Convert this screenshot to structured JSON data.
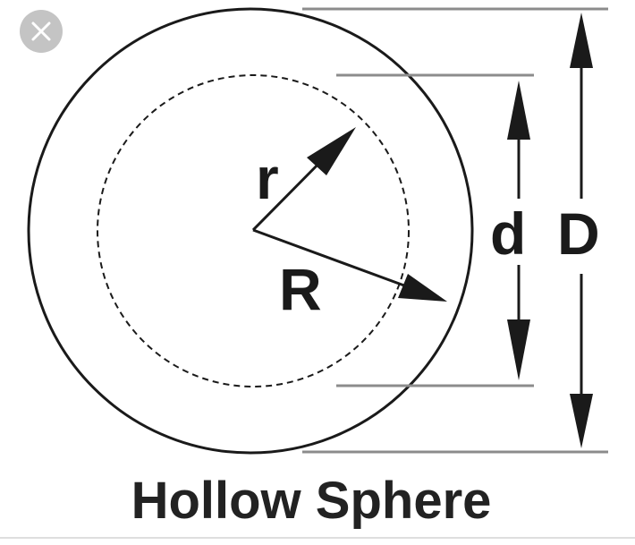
{
  "diagram": {
    "labels": {
      "inner_radius": "r",
      "outer_radius": "R",
      "inner_diameter": "d",
      "outer_diameter": "D"
    },
    "caption": "Hollow Sphere"
  },
  "colors": {
    "ink": "#1a1a1a",
    "dimension_line": "#8c8c8c",
    "close_button_bg": "#c4c4c4",
    "close_button_icon": "#ffffff"
  },
  "icons": {
    "close": "close-icon"
  }
}
